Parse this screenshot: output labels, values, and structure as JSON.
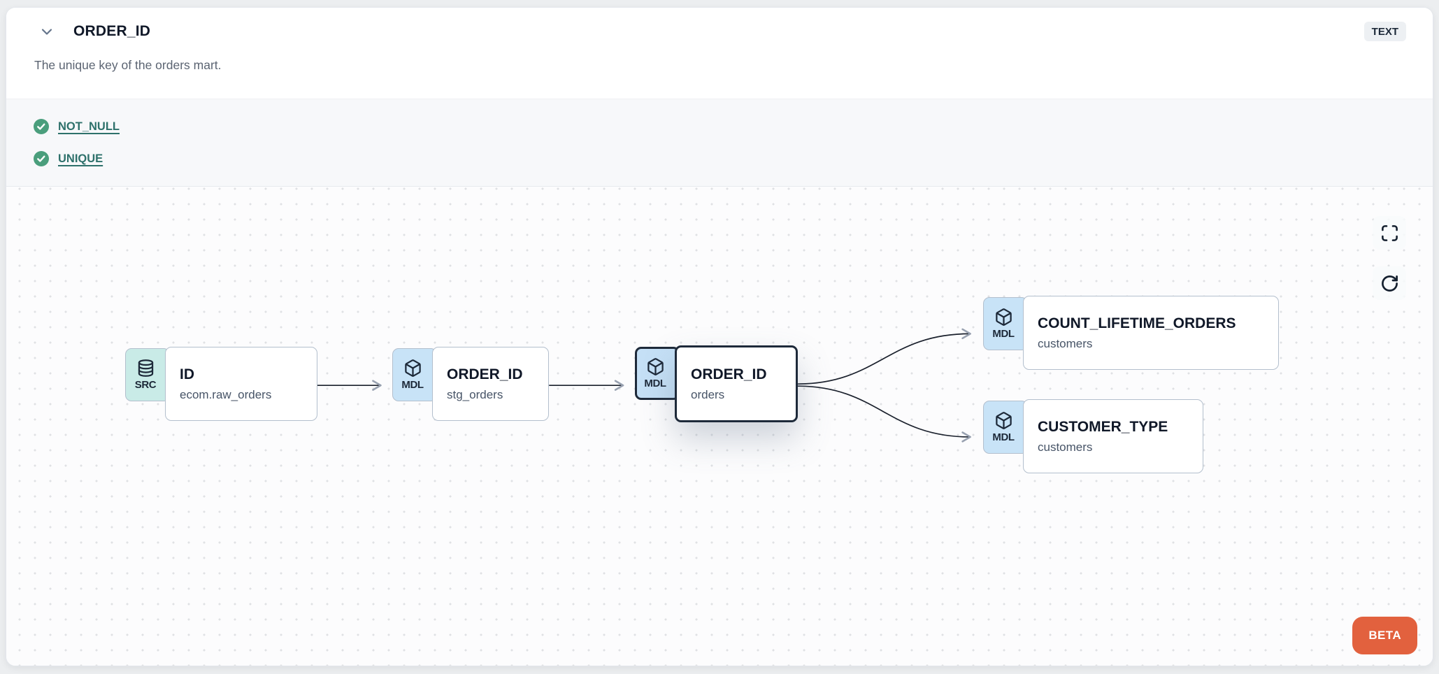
{
  "header": {
    "title": "ORDER_ID",
    "type_badge": "TEXT",
    "description": "The unique key of the orders mart.",
    "collapse_icon": "chevron-down-icon"
  },
  "tests": [
    {
      "label": "NOT_NULL",
      "status": "pass",
      "icon": "check-circle-icon"
    },
    {
      "label": "UNIQUE",
      "status": "pass",
      "icon": "check-circle-icon"
    }
  ],
  "lineage": {
    "nodes": [
      {
        "kind": "SRC",
        "icon": "database-icon",
        "title": "ID",
        "subtitle": "ecom.raw_orders",
        "selected": false
      },
      {
        "kind": "MDL",
        "icon": "cube-icon",
        "title": "ORDER_ID",
        "subtitle": "stg_orders",
        "selected": false
      },
      {
        "kind": "MDL",
        "icon": "cube-icon",
        "title": "ORDER_ID",
        "subtitle": "orders",
        "selected": true
      },
      {
        "kind": "MDL",
        "icon": "cube-icon",
        "title": "COUNT_LIFETIME_ORDERS",
        "subtitle": "customers",
        "selected": false
      },
      {
        "kind": "MDL",
        "icon": "cube-icon",
        "title": "CUSTOMER_TYPE",
        "subtitle": "customers",
        "selected": false
      }
    ],
    "edges": [
      {
        "from": "ID.ecom.raw_orders",
        "to": "ORDER_ID.stg_orders"
      },
      {
        "from": "ORDER_ID.stg_orders",
        "to": "ORDER_ID.orders"
      },
      {
        "from": "ORDER_ID.orders",
        "to": "COUNT_LIFETIME_ORDERS.customers"
      },
      {
        "from": "ORDER_ID.orders",
        "to": "CUSTOMER_TYPE.customers"
      }
    ],
    "controls": [
      {
        "name": "fullscreen",
        "icon": "fullscreen-icon"
      },
      {
        "name": "refresh",
        "icon": "refresh-icon"
      }
    ],
    "beta_label": "BETA"
  },
  "colors": {
    "accent_orange": "#E2613E",
    "badge_src_bg": "#C9EBE7",
    "badge_mdl_bg": "#C8E3F7",
    "test_pass_green": "#4A9E7C",
    "test_link_teal": "#2E716B",
    "selected_border": "#1E2A3A",
    "edge_line": "#1A202C"
  }
}
